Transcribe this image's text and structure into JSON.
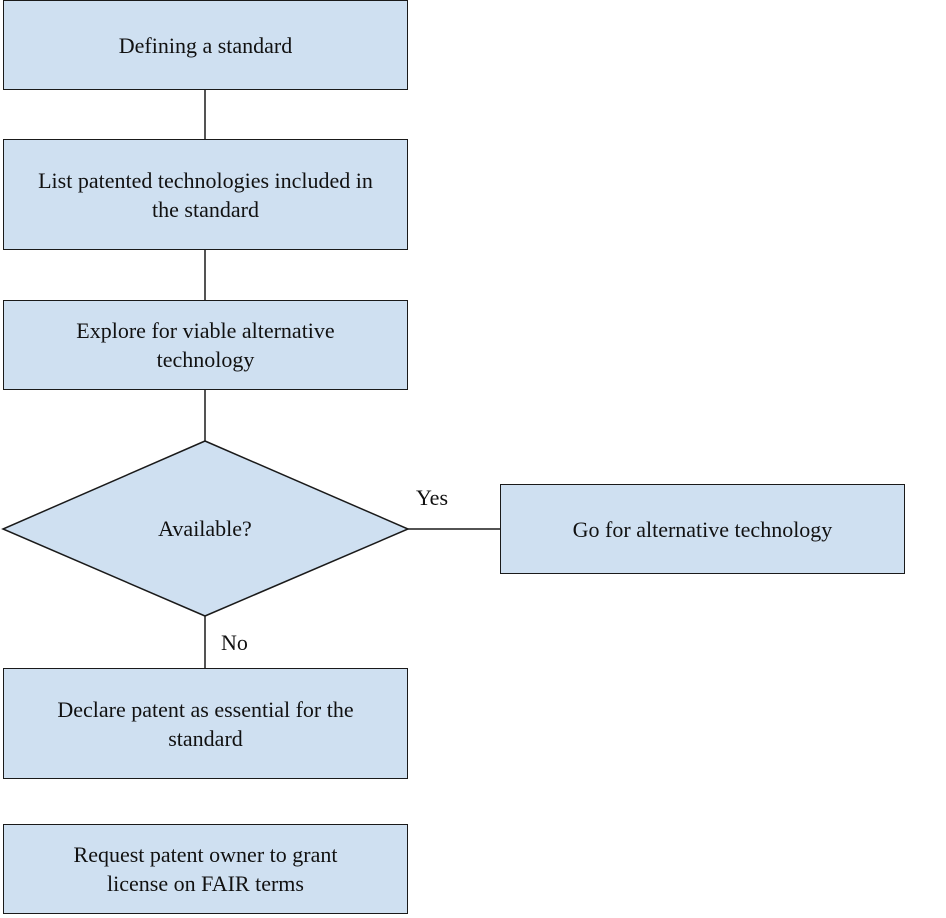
{
  "nodes": {
    "define_standard": "Defining a standard",
    "list_patented": "List patented technologies included in the standard",
    "explore_alternative": "Explore for viable alternative technology",
    "available_decision": "Available?",
    "go_alternative": "Go for alternative technology",
    "declare_essential": "Declare patent as essential for the standard",
    "request_license": "Request patent owner to grant license on FAIR terms"
  },
  "edges": {
    "yes_label": "Yes",
    "no_label": "No"
  },
  "colors": {
    "box_fill": "#cfe0f1",
    "stroke": "#1a1a1a"
  }
}
